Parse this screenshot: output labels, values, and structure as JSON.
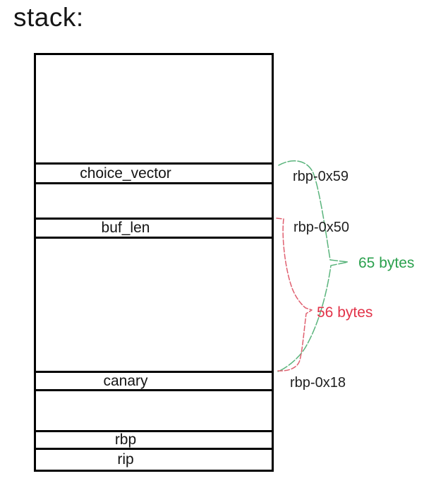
{
  "title": "stack:",
  "colors": {
    "ink": "#161616",
    "green": "#2aa04d",
    "red": "#e23349",
    "line_green": "#5ab47c",
    "line_red": "#e06070"
  },
  "stack": {
    "rows": [
      {
        "label": "choice_vector",
        "offset": "rbp-0x59"
      },
      {
        "label": "buf_len",
        "offset": "rbp-0x50"
      },
      {
        "label": "canary",
        "offset": "rbp-0x18"
      },
      {
        "label": "rbp",
        "offset": ""
      },
      {
        "label": "rip",
        "offset": ""
      }
    ]
  },
  "annotations": [
    {
      "label": "65 bytes",
      "color": "green"
    },
    {
      "label": "56 bytes",
      "color": "red"
    }
  ]
}
